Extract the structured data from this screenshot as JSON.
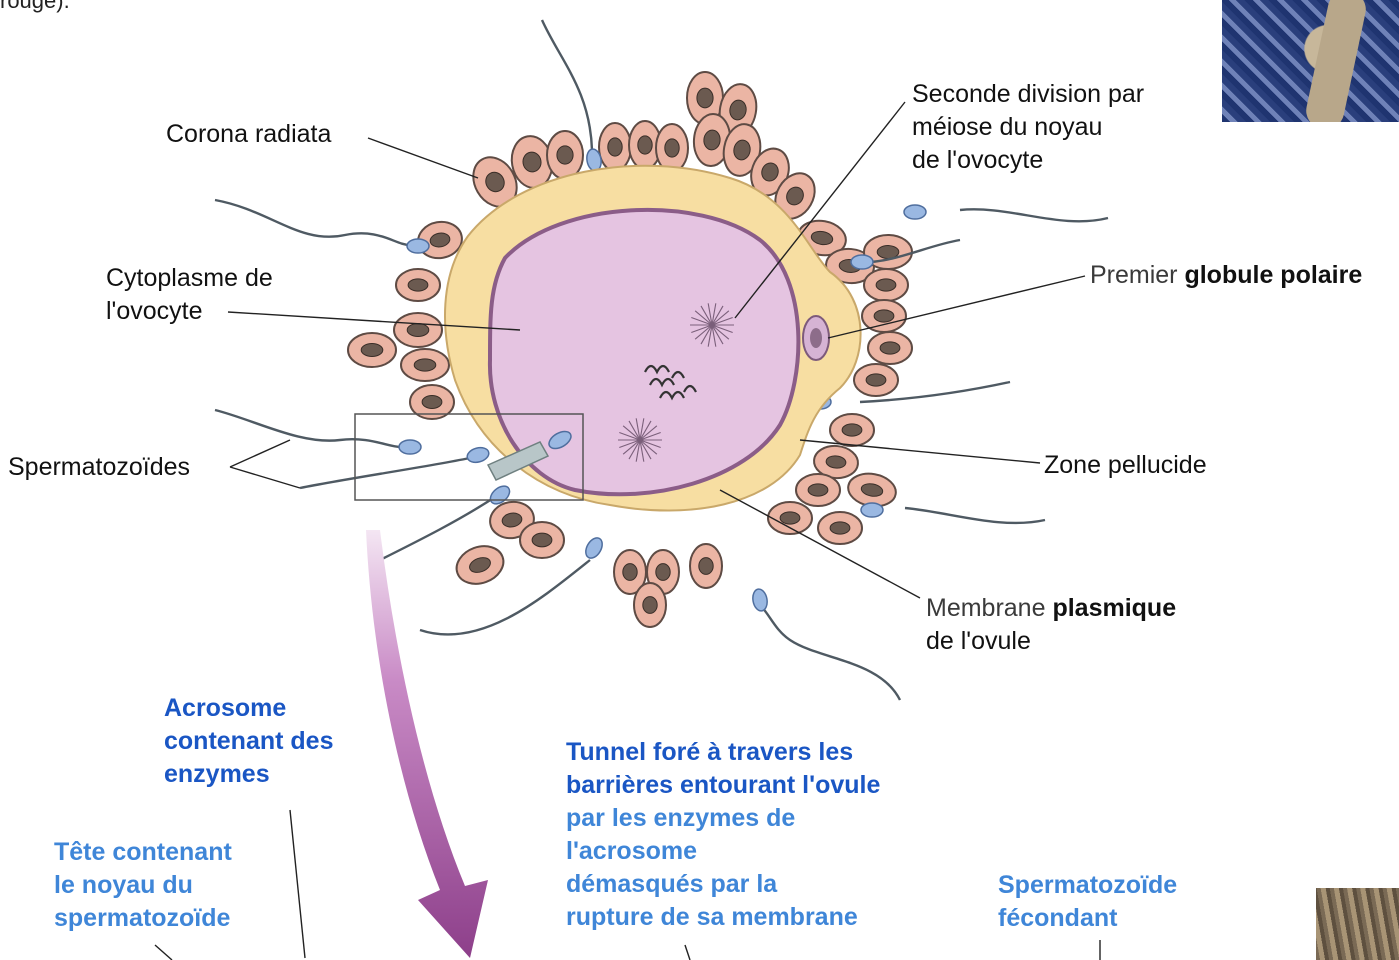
{
  "fragment_top": "rouge).",
  "labels": {
    "corona": "Corona radiata",
    "cytoplasme": [
      "Cytoplasme de",
      "l'ovocyte"
    ],
    "spermatozoides": "Spermatozoïdes",
    "seconde_division": [
      "Seconde division par",
      "méiose du noyau",
      "de l'ovocyte"
    ],
    "globule_polaire": {
      "light": "Premier",
      "bold": "globule polaire"
    },
    "zone_pellucide": "Zone pellucide",
    "membrane": {
      "light": "Membrane",
      "bold": "plasmique",
      "line2": "de l'ovule"
    }
  },
  "blue_labels": {
    "acrosome": [
      "Acrosome",
      "contenant des",
      "enzymes"
    ],
    "tunnel": [
      "Tunnel foré à travers les",
      "barrières entourant l'ovule"
    ],
    "tunnel_light": [
      "par les enzymes de",
      "l'acrosome",
      "démasqués par la",
      "rupture de sa membrane"
    ],
    "tete": [
      "Tête contenant",
      "le noyau du",
      "spermatozoïde"
    ],
    "fecondant": [
      "Spermatozoïde",
      "fécondant"
    ]
  },
  "colors": {
    "cell_fill": "#ebb5a4",
    "cell_nucleus": "#6b5a50",
    "zona": "#f7dea2",
    "cytoplasm": "#e5c4e1",
    "membrane": "#8b5d88",
    "sperm_head": "#9ab8e2",
    "arrow": "#9a4d96",
    "dark_blue": "#1a56c4",
    "light_blue": "#3f86d8"
  }
}
